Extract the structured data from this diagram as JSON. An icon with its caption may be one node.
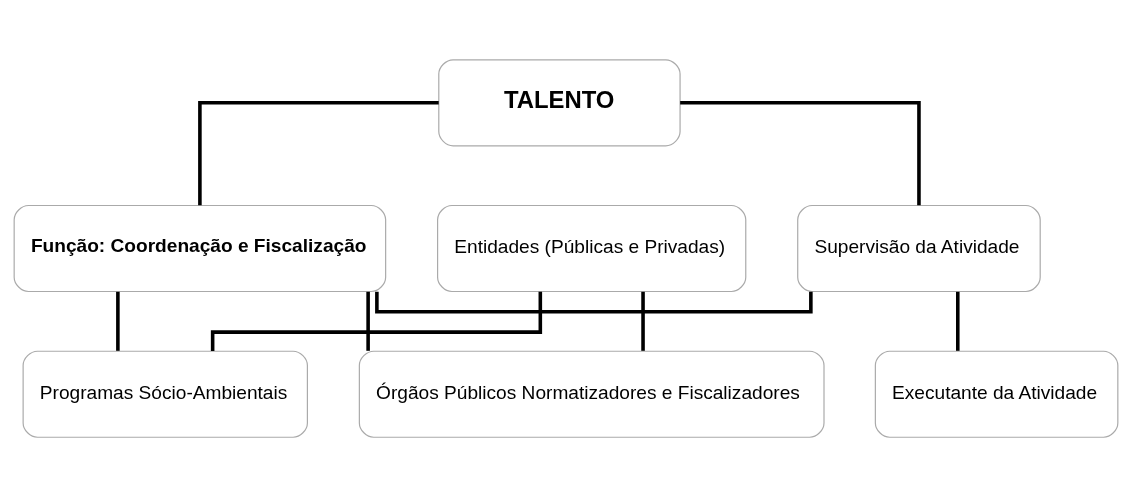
{
  "diagram": {
    "nodes": [
      {
        "text": [
          "TALENTO"
        ]
      },
      {
        "text": [
          "Entidades (Públicas e Privadas)"
        ]
      },
      {
        "text": [
          "Função: Coordenação e Fiscalização"
        ]
      },
      {
        "text": [
          "Supervisão da Atividade"
        ]
      },
      {
        "text": [
          "Órgãos Públicos Normatizadores e Fiscalizadores"
        ]
      },
      {
        "text": [
          "Programas Sócio-Ambientais"
        ]
      },
      {
        "text": [
          "Executante da Atividade"
        ]
      }
    ],
    "edges": [
      {
        "from": 0,
        "to": 2,
        "arrow": "none"
      },
      {
        "from": 0,
        "to": 3,
        "arrow": "none"
      },
      {
        "from": 2,
        "to": 3,
        "arrow": "none"
      },
      {
        "from": 1,
        "to": 4,
        "arrow": "none"
      },
      {
        "from": 1,
        "to": 5,
        "arrow": "none"
      },
      {
        "from": 2,
        "to": 4,
        "arrow": "none"
      },
      {
        "from": 2,
        "to": 5,
        "arrow": "none"
      },
      {
        "from": 3,
        "to": 6,
        "arrow": "none"
      }
    ]
  }
}
